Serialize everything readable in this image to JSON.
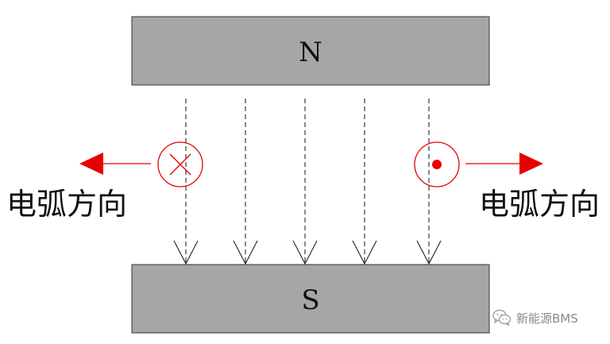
{
  "magnets": {
    "north_label": "N",
    "south_label": "S",
    "fill_color": "#a6a6a6"
  },
  "field_lines": {
    "count": 5,
    "style": "dashed",
    "direction": "down"
  },
  "current_symbols": {
    "left": "into-page-cross-icon",
    "right": "out-of-page-dot-icon",
    "color": "#e60000"
  },
  "arc_direction": {
    "left_label": "电弧方向",
    "right_label": "电弧方向",
    "left_arrow": "arrow-left-icon",
    "right_arrow": "arrow-right-icon"
  },
  "watermark": {
    "icon": "wechat-icon",
    "text": "新能源BMS"
  }
}
